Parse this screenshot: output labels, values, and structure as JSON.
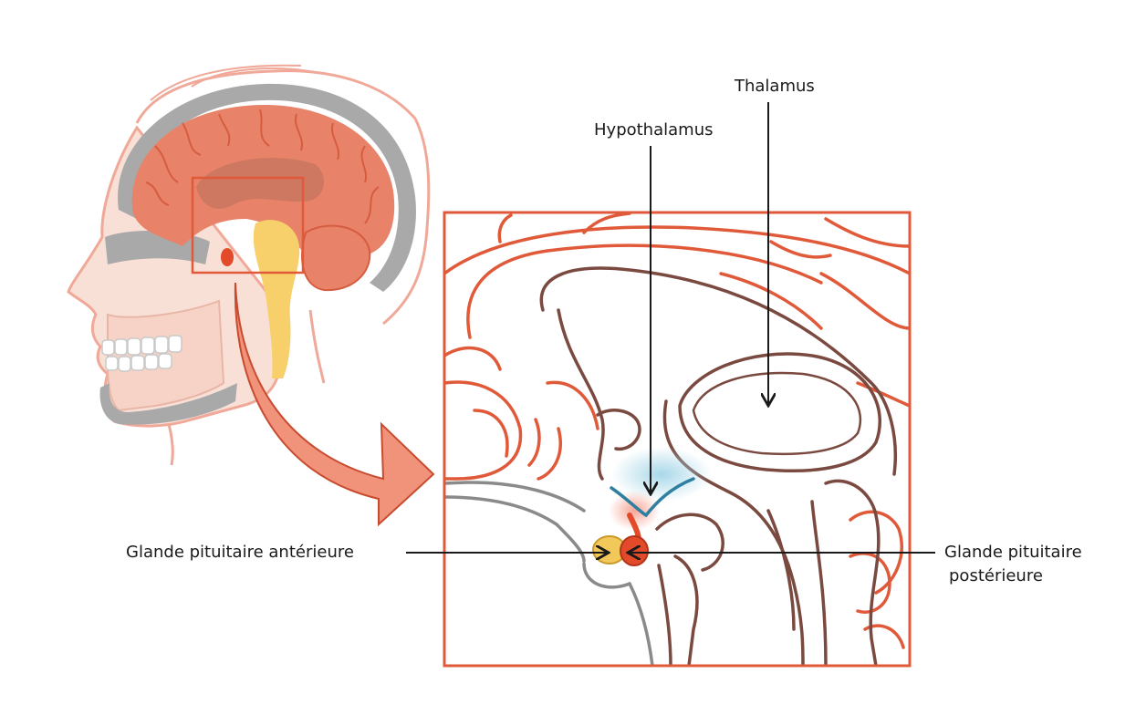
{
  "labels": {
    "thalamus": "Thalamus",
    "hypothalamus": "Hypothalamus",
    "anterior_pituitary": "Glande pituitaire antérieure",
    "posterior_pituitary_line1": "Glande pituitaire",
    "posterior_pituitary_line2": "postérieure"
  },
  "colors": {
    "brain": "#e8836a",
    "brain_dark": "#d9593a",
    "frame": "#e05a3a",
    "brainstem": "#f7d06b",
    "hypothalamus": "#2e7fa0",
    "anterior_pituitary": "#f3c85a",
    "posterior_pituitary": "#e24a2a",
    "skull": "#a9a9a9",
    "skin": "#f6d3c6",
    "structure_lines": "#7a4a40",
    "arrow": "#f0937a"
  }
}
